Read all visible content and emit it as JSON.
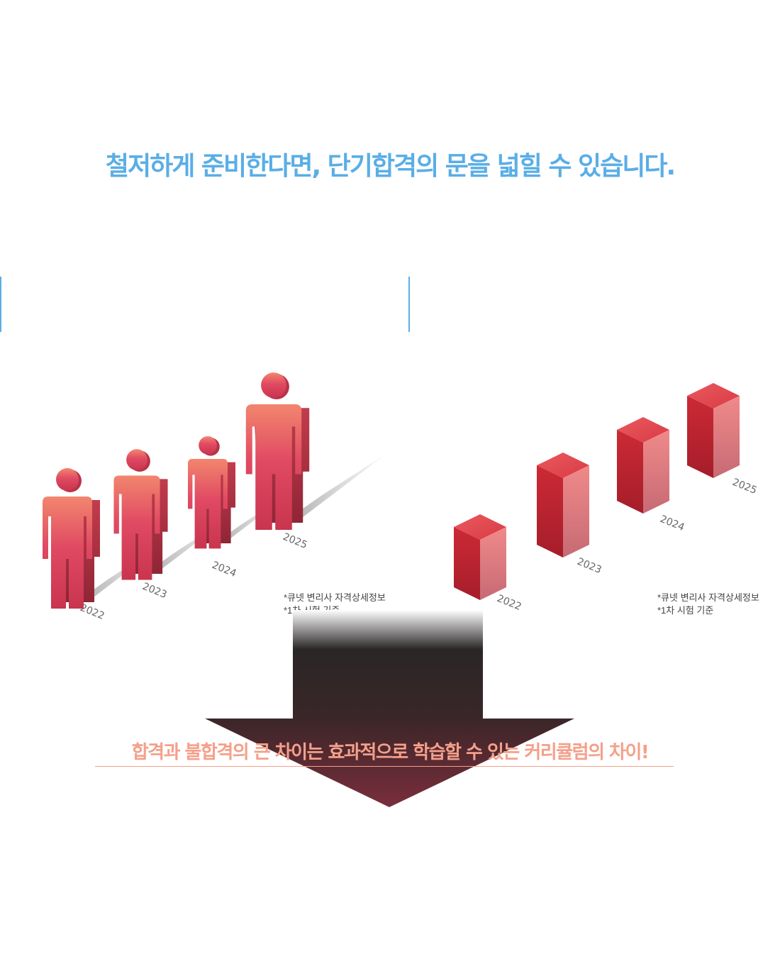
{
  "headline": "철저하게 준비한다면, 단기합격의 문을 넓힐 수 있습니다.",
  "colors": {
    "headline": "#5aaee6",
    "accent_bar": "#5aaee6",
    "figure": "#e04a63",
    "box": "#d8323c",
    "bottom_text": "#f4a08a",
    "arrow_top": "#2a2a2a",
    "arrow_bottom": "#7a2e3c"
  },
  "chart_data": [
    {
      "type": "pictograph",
      "categories": [
        "2022",
        "2023",
        "2024",
        "2025"
      ],
      "icon": "person-icon"
    },
    {
      "type": "bar",
      "categories": [
        "2022",
        "2023",
        "2024",
        "2025"
      ],
      "icon": "box-3d"
    }
  ],
  "notes": {
    "left": [
      "*큐넷 변리사 자격상세정보",
      "*1차 시험 기준"
    ],
    "right": [
      "*큐넷 변리사 자격상세정보",
      "*1차 시험 기준"
    ]
  },
  "bottom_text": "합격과 불합격의 큰 차이는 효과적으로 학습할 수 있는 커리큘럼의 차이!"
}
